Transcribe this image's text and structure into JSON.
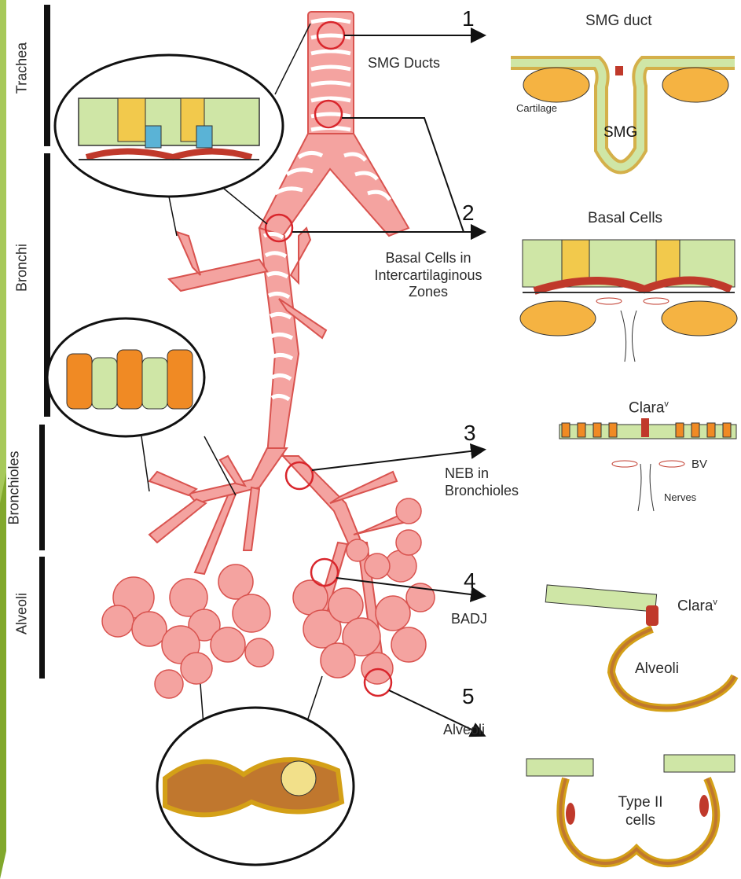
{
  "regions": {
    "trachea": "Trachea",
    "bronchi": "Bronchi",
    "bronchioles": "Bronchioles",
    "alveoli": "Alveoli"
  },
  "sites": [
    {
      "number": "1",
      "label": "SMG Ducts"
    },
    {
      "number": "2",
      "label_lines": [
        "Basal Cells in",
        "Intercartilaginous",
        "Zones"
      ]
    },
    {
      "number": "3",
      "label_lines": [
        "NEB in",
        "Bronchioles"
      ]
    },
    {
      "number": "4",
      "label": "BADJ"
    },
    {
      "number": "5",
      "label": "Alveoli"
    }
  ],
  "panels": {
    "smg": {
      "title": "SMG duct",
      "cartilage": "Cartilage",
      "gland": "SMG"
    },
    "basal": {
      "title": "Basal Cells"
    },
    "neb": {
      "clara": "Clara",
      "clara_sup": "v",
      "bv": "BV",
      "nerves": "Nerves"
    },
    "badj": {
      "clara": "Clara",
      "clara_sup": "v",
      "alveoli": "Alveoli"
    },
    "type2": {
      "line1": "Type II",
      "line2": "cells"
    }
  },
  "colors": {
    "airway": "#f4a3a0",
    "cartilage": "#f5b342",
    "epithelium": "#cfe6a6",
    "secretory": "#f2c94c",
    "basal": "#c0392b",
    "marker": "#d9262c",
    "slide_green": "#7aa321"
  }
}
